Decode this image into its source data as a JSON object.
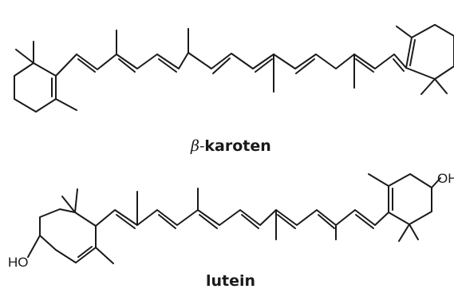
{
  "molecules": [
    {
      "id": "beta-carotene",
      "caption_prefix": "β-",
      "caption_main": "karoten",
      "atom_labels": []
    },
    {
      "id": "lutein",
      "caption_prefix": "",
      "caption_main": "lutein",
      "atom_labels": [
        "HO",
        "OH"
      ]
    }
  ],
  "colors": {
    "ink": "#1a1a1a",
    "background": "#ffffff"
  }
}
